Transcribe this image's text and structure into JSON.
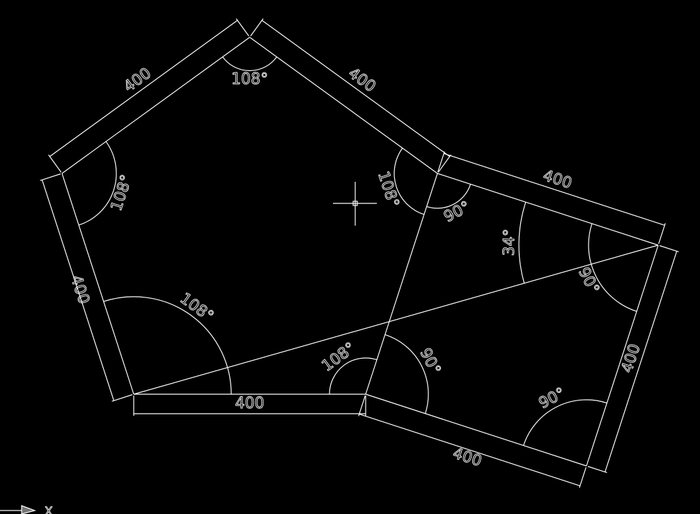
{
  "colors": {
    "background": "#000000",
    "geometry": "#ffffff"
  },
  "dimensions": {
    "bottom": "400",
    "left": "400",
    "top_left": "400",
    "top_right": "400",
    "square_top": "400",
    "square_right": "400",
    "square_bottom": "400"
  },
  "angles": {
    "pent_top": "108°",
    "pent_left": "108°",
    "pent_bottom_left": "108°",
    "pent_bottom_right": "108°",
    "pent_right": "108°",
    "sq_top_left": "90°",
    "sq_right": "90°",
    "sq_diag": "34°",
    "sq_bottom": "90°",
    "sq_left_bottom": "90°"
  },
  "ucs": {
    "x_label": "X",
    "icon": "ucs-arrow-icon"
  },
  "cursor": {
    "icon": "crosshair-icon"
  }
}
